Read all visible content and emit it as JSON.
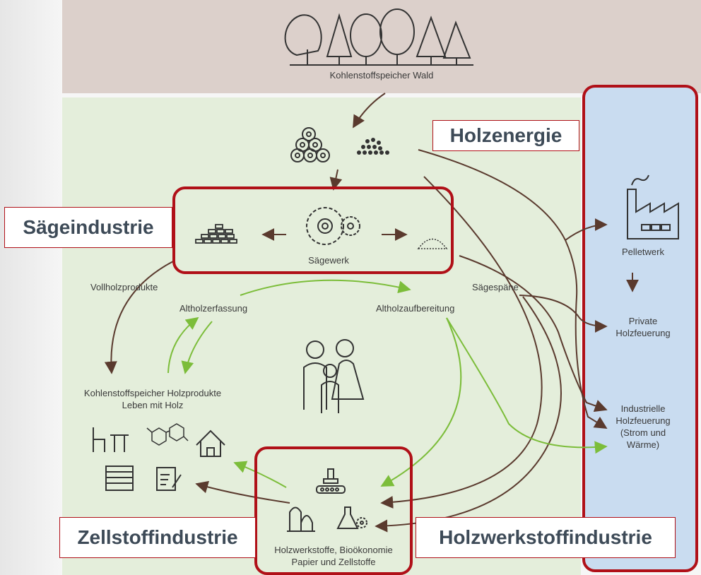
{
  "labels": {
    "forest": "Kohlenstoffspeicher Wald",
    "sawmill": "Sägewerk",
    "solid_wood": "Vollholzprodukte",
    "sawdust": "Sägespäne",
    "waste_wood_collection": "Altholzerfassung",
    "waste_wood_processing": "Altholzaufbereitung",
    "wood_products_line1": "Kohlenstoffspeicher Holzprodukte",
    "wood_products_line2": "Leben mit Holz",
    "pellet_plant": "Pelletwerk",
    "private_heating_line1": "Private",
    "private_heating_line2": "Holzfeuerung",
    "industrial_line1": "Industrielle",
    "industrial_line2": "Holzfeuerung",
    "industrial_line3": "(Strom und",
    "industrial_line4": "Wärme)",
    "materials_line1": "Holzwerkstoffe, Bioökonomie",
    "materials_line2": "Papier und Zellstoffe"
  },
  "tags": {
    "energy": "Holzenergie",
    "sawmill_industry": "Sägeindustrie",
    "pulp_industry": "Zellstoffindustrie",
    "wood_materials_industry": "Holzwerkstoffindustrie"
  },
  "colors": {
    "brown_arrow": "#5a3a2e",
    "green_arrow": "#7cbd3a",
    "highlight": "#b01018",
    "tag_text": "#3d4a57",
    "forest_band": "#dcd0cb",
    "green_zone": "#e4eedb",
    "energy_zone": "#c9dcf0"
  },
  "icons": [
    "tree-icon",
    "log-pile-icon",
    "wood-chips-icon",
    "saw-blade-icon",
    "lumber-stack-icon",
    "sawdust-pile-icon",
    "factory-icon",
    "family-icon",
    "chair-table-icon",
    "molecule-icon",
    "house-icon",
    "pallet-icon",
    "document-icon",
    "press-machine-icon",
    "paper-roll-icon",
    "flask-gear-icon"
  ]
}
